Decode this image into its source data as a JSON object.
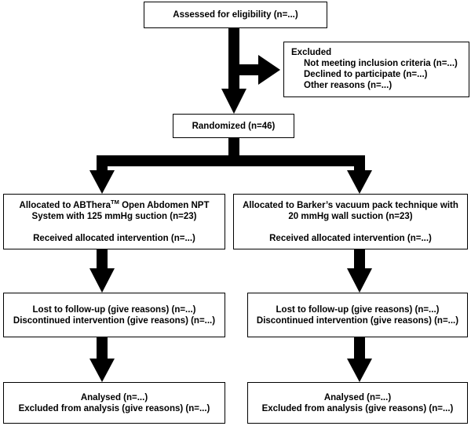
{
  "flow": {
    "assessed": "Assessed for eligibility (n=...)",
    "excluded": {
      "title": "Excluded",
      "items": [
        "Not meeting inclusion criteria (n=...)",
        "Declined to participate (n=...)",
        "Other reasons (n=...)"
      ]
    },
    "randomized": "Randomized (n=46)",
    "left": {
      "allocation_line1_prefix": "Allocated to ABThera",
      "allocation_line1_sup": "TM",
      "allocation_line1_suffix": " Open Abdomen NPT",
      "allocation_line2": "System with 125 mmHg suction (n=23)",
      "received": "Received allocated intervention (n=...)",
      "lost": "Lost to follow-up (give reasons) (n=...)",
      "discontinued": "Discontinued intervention (give reasons) (n=...)",
      "analysed": "Analysed (n=...)",
      "excluded_analysis": "Excluded from analysis (give reasons) (n=...)"
    },
    "right": {
      "allocation_line1": "Allocated to Barker’s vacuum pack technique with",
      "allocation_line2": "20 mmHg wall suction (n=23)",
      "received": "Received allocated intervention (n=...)",
      "lost": "Lost to follow-up (give reasons) (n=...)",
      "discontinued": "Discontinued intervention (give reasons) (n=...)",
      "analysed": "Analysed (n=...)",
      "excluded_analysis": "Excluded from analysis (give reasons) (n=...)"
    }
  },
  "colors": {
    "line": "#000000",
    "box_border": "#000000",
    "background": "#ffffff"
  }
}
